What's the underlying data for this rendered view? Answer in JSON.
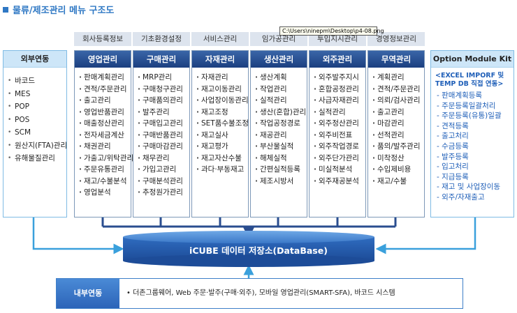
{
  "title": "물류/제조관리 메뉴 구조도",
  "tooltip": "C:\\Users\\ninepm\\Desktop\\p4-08.png",
  "categories": [
    "회사등록정보",
    "기초환경설정",
    "서비스관리",
    "임가공관리",
    "투입지시관리",
    "경영정보관리"
  ],
  "external": {
    "title": "외부연동",
    "items": [
      "바코드",
      "MES",
      "POP",
      "POS",
      "SCM",
      "원산지(FTA)관리",
      "유해물질관리"
    ]
  },
  "modules": [
    {
      "title": "영업관리",
      "items": [
        "판매계획관리",
        "견적/주문관리",
        "출고관리",
        "영업반품관리",
        "매출정산관리",
        "전자세금계산",
        "채권관리",
        "가출고/위탁관리",
        "주문유통관리",
        "재고/수불분석",
        "영업분석"
      ]
    },
    {
      "title": "구매관리",
      "items": [
        "MRP관리",
        "구매청구관리",
        "구매품의관리",
        "발주관리",
        "구매입고관리",
        "구매반품관리",
        "구매마감관리",
        "채무관리",
        "가입고관리",
        "구매분석관리",
        "추정원가관리"
      ]
    },
    {
      "title": "자재관리",
      "items": [
        "자재관리",
        "재고이동관리",
        "사업장이동관리",
        "재고조정",
        "SET품수불조정",
        "재고실사",
        "재고평가",
        "재고자산수불",
        "과다·부동재고"
      ]
    },
    {
      "title": "생산관리",
      "items": [
        "생산계획",
        "작업관리",
        "실적관리",
        "생산(혼합)관리",
        "작업공정경로",
        "재공관리",
        "부산물실적",
        "해체실적",
        "간편실적등록",
        "제조시방서"
      ]
    },
    {
      "title": "외주관리",
      "items": [
        "외주발주지시",
        "혼합공정관리",
        "사급자재관리",
        "실적관리",
        "외주정산관리",
        "외주비전표",
        "외주작업경로",
        "외주단가관리",
        "미실적분석",
        "외주재공분석"
      ]
    },
    {
      "title": "무역관리",
      "items": [
        "계획관리",
        "견적/주문관리",
        "의뢰/검사관리",
        "출고관리",
        "마감관리",
        "선적관리",
        "품의/발주관리",
        "미착정산",
        "수입제비용",
        "재고/수불"
      ]
    }
  ],
  "option": {
    "title": "Option Module Kit",
    "subtitle": "<EXCEL IMPORF 및 TEMP DB 직접 연동>",
    "items": [
      "- 판매계획등록",
      "- 주문등록일괄처리",
      "- 주문등록(유통)일괄",
      "- 견적등록",
      "- 출고처리",
      "- 수금등록",
      "- 발주등록",
      "- 입고처리",
      "- 지급등록",
      "- 재고 및 사업장이동",
      "- 외주/자재출고"
    ]
  },
  "database": "iCUBE 데이터 저장소(DataBase)",
  "internal": {
    "title": "내부연동",
    "text": "• 더존그룹웨어, Web 주문·발주(구매·외주), 모바일 영업관리(SMART-SFA), 바코드 시스템"
  },
  "colors": {
    "title": "#2f78c4",
    "module_header": "#1b3f80",
    "category_bg": "#dde4ee",
    "side_header": "#cde6f8",
    "option_text": "#1f5fb8",
    "connector_dark": "#2a4d8f",
    "connector_light": "#3aa0dc"
  }
}
